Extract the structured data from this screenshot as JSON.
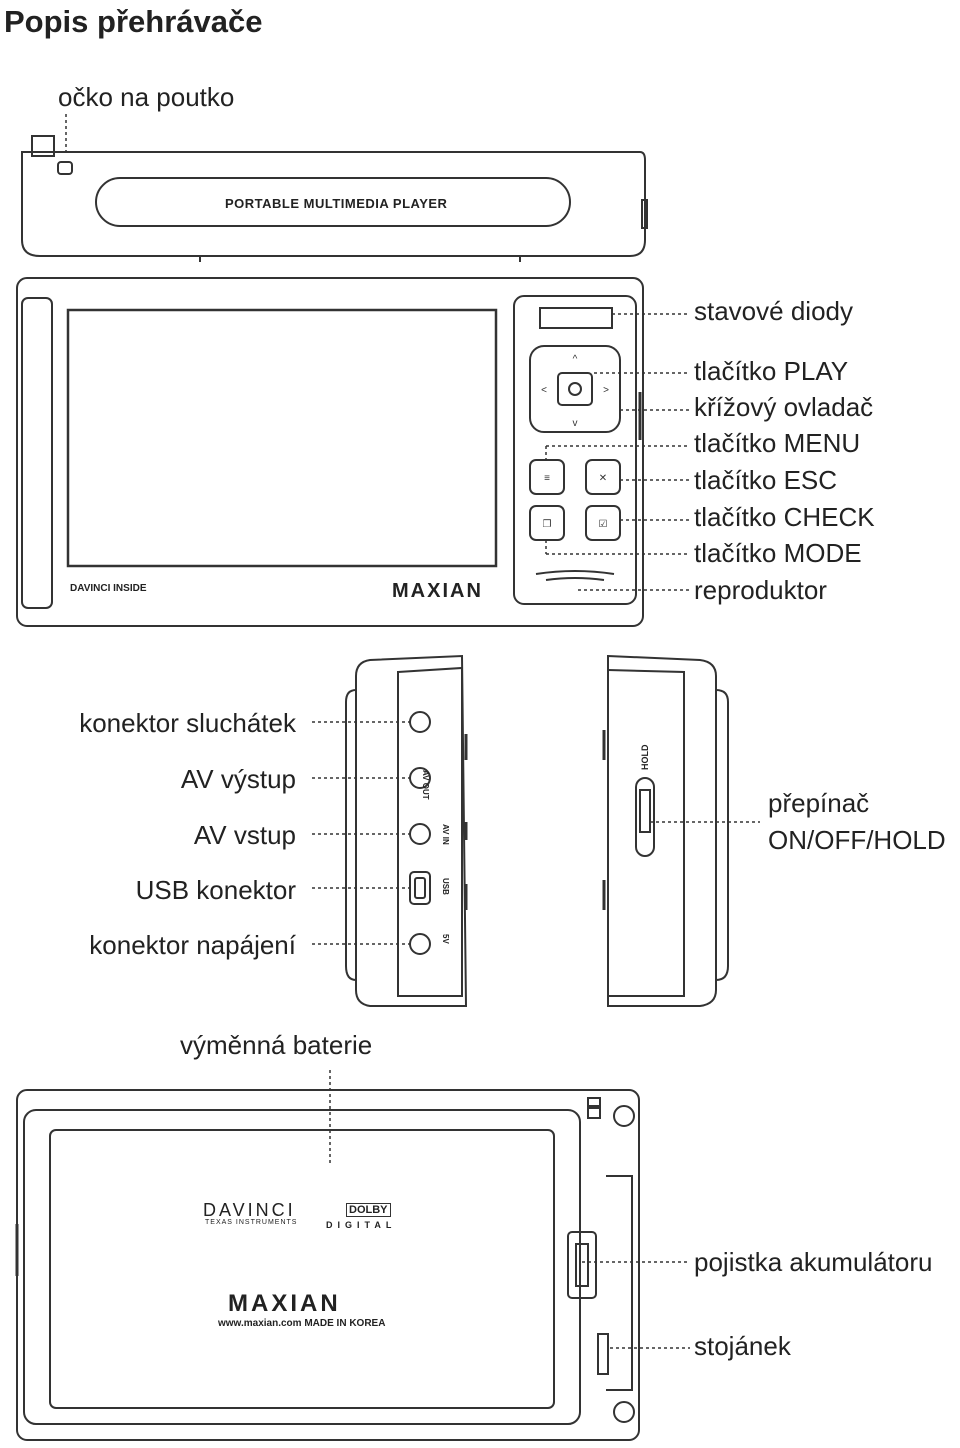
{
  "title": "Popis přehrávače",
  "top_view": {
    "label_strap": "očko na poutko",
    "device_text": "PORTABLE MULTIMEDIA PLAYER"
  },
  "front_view": {
    "labels": [
      "stavové diody",
      "tlačítko PLAY",
      "křížový ovladač",
      "tlačítko MENU",
      "tlačítko ESC",
      "tlačítko CHECK",
      "tlačítko MODE",
      "reproduktor"
    ],
    "logo_davinci": "DAVINCI INSIDE",
    "logo_brand": "MAXIAN"
  },
  "side_view": {
    "labels": [
      "konektor sluchátek",
      "AV výstup",
      "AV vstup",
      "USB konektor",
      "konektor napájení"
    ],
    "port_texts": [
      "AV OUT",
      "AV IN",
      "USB",
      "5V"
    ],
    "switch_text": "HOLD",
    "switch_label_line1": "přepínač",
    "switch_label_line2": "ON/OFF/HOLD"
  },
  "back_view": {
    "label_battery": "výměnná baterie",
    "label_lock": "pojistka akumulátoru",
    "label_stand": "stojánek",
    "davinci": "DAVINCI",
    "davinci_sub": "TEXAS INSTRUMENTS",
    "dolby": "DOLBY",
    "dolby_sub": "DIGITAL",
    "brand": "MAXIAN",
    "footer": "www.maxian.com MADE IN KOREA"
  }
}
